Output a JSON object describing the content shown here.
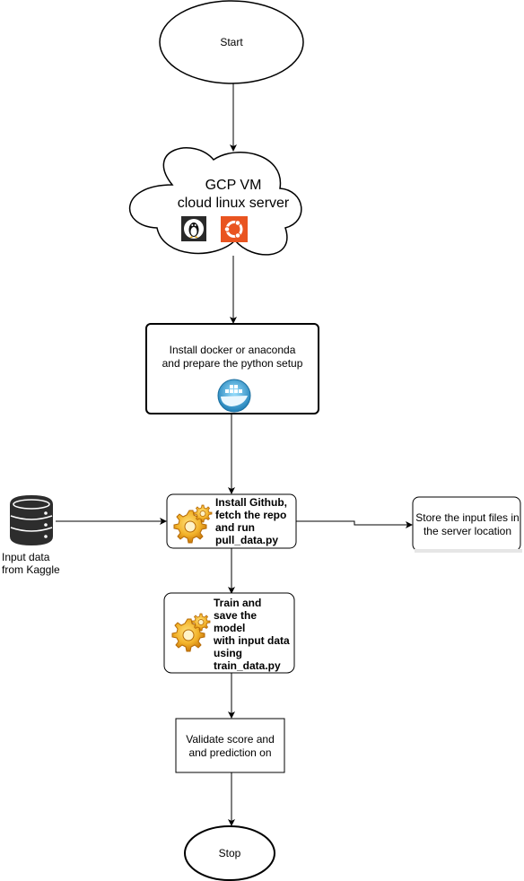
{
  "nodes": {
    "start": {
      "label": "Start"
    },
    "cloud": {
      "line1": "GCP VM",
      "line2": "cloud linux server",
      "icons": [
        "linux-icon",
        "ubuntu-icon"
      ]
    },
    "setup": {
      "line1": "Install docker or anaconda",
      "line2": "and prepare the python setup",
      "icon": "docker-icon"
    },
    "github": {
      "lines": [
        "Install Github,",
        "fetch the repo",
        "and run",
        "pull_data.py"
      ],
      "icon": "gear-icon"
    },
    "store": {
      "line1": "Store the input files in",
      "line2": "the server location"
    },
    "kaggle": {
      "line1": "Input data",
      "line2": "from Kaggle",
      "icon": "database-icon"
    },
    "train": {
      "lines": [
        "Train and",
        "save the",
        "model",
        "with input data",
        "using",
        "train_data.py"
      ],
      "icon": "gear-icon"
    },
    "validate": {
      "line1": "Validate score and",
      "line2": "and prediction on"
    },
    "stop": {
      "label": "Stop"
    }
  },
  "colors": {
    "stroke": "#000000",
    "fill": "#ffffff",
    "gear": "#f0a020",
    "ubuntu": "#e95420",
    "docker": "#1d91c9"
  }
}
